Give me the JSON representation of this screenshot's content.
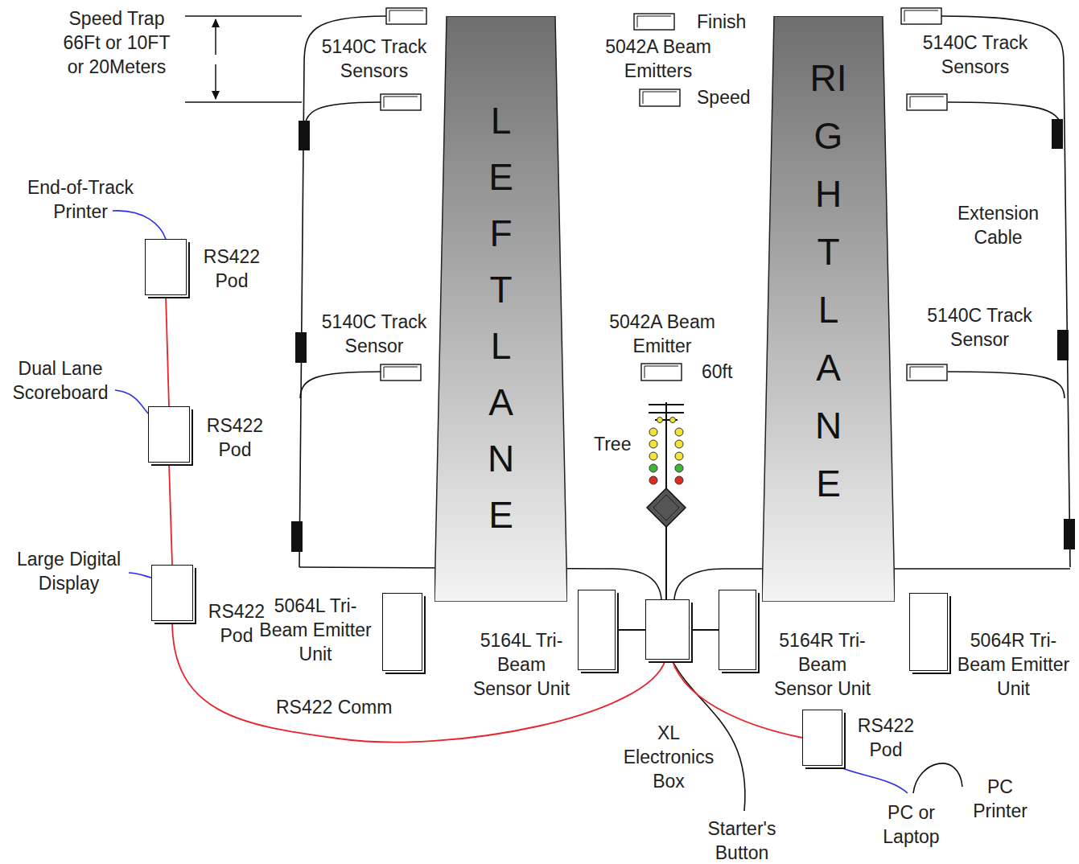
{
  "diagram": {
    "nodes": [
      {
        "text": [
          "LEFT LANE"
        ]
      },
      {
        "text": [
          "RIGHT LANE"
        ]
      },
      {
        "text": [
          "RS422 Pod"
        ]
      },
      {
        "text": [
          "RS422 Pod"
        ]
      },
      {
        "text": [
          "RS422 Pod"
        ]
      },
      {
        "text": [
          "5064L Tri-Beam Emitter Unit"
        ]
      },
      {
        "text": [
          "5164L Tri-Beam Sensor Unit"
        ]
      },
      {
        "text": [
          "XL Electronics Box"
        ]
      },
      {
        "text": [
          "5164R Tri-Beam Sensor Unit"
        ]
      },
      {
        "text": [
          "5064R Tri-Beam Emitter Unit"
        ]
      },
      {
        "text": [
          "RS422 Pod"
        ]
      }
    ],
    "edges": [
      {
        "from": 3,
        "to": 2,
        "arrow": "none"
      },
      {
        "from": 4,
        "to": 3,
        "arrow": "none"
      },
      {
        "from": 7,
        "to": 4,
        "label": "RS422 Comm",
        "arrow": "none"
      },
      {
        "from": 6,
        "to": 7,
        "arrow": "none"
      },
      {
        "from": 7,
        "to": 8,
        "arrow": "none"
      },
      {
        "from": 7,
        "to": 10,
        "arrow": "none"
      }
    ],
    "labels": [
      "Speed Trap 66Ft or 10FT or 20Meters",
      "5140C Track Sensors",
      "5042A Beam Emitters",
      "Finish",
      "Speed",
      "5140C Track Sensors",
      "Extension Cable",
      "End-of-Track Printer",
      "Dual Lane Scoreboard",
      "Large Digital Display",
      "5140C Track Sensor",
      "5042A Beam Emitter",
      "60ft",
      "5140C Track Sensor",
      "Tree",
      "Starter's Button",
      "PC or Laptop",
      "PC Printer"
    ]
  }
}
